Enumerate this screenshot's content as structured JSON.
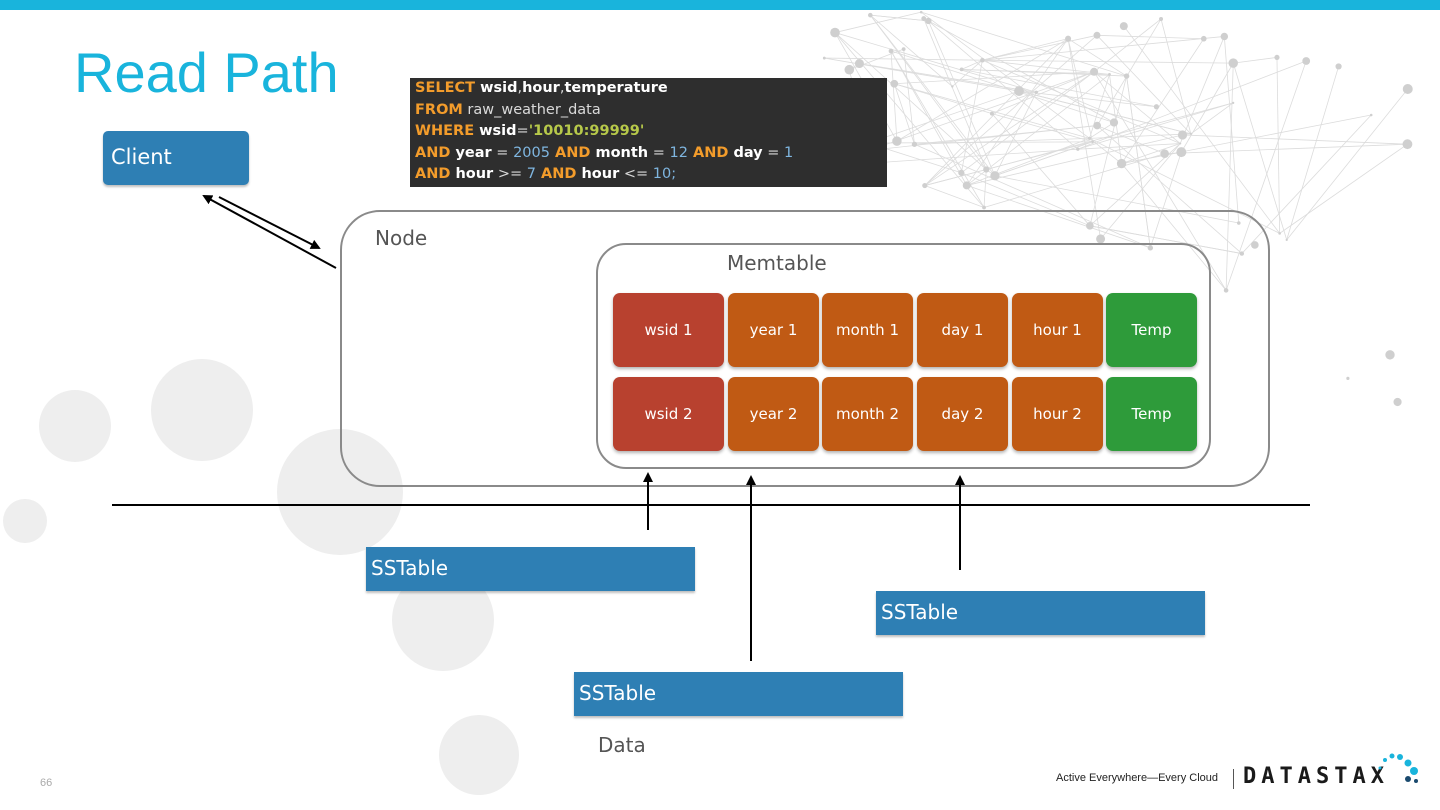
{
  "slide": {
    "title": "Read Path",
    "page_number": "66"
  },
  "query": {
    "lines": [
      [
        {
          "t": "SELECT",
          "c": "kw"
        },
        {
          "t": " wsid",
          "c": "id"
        },
        {
          "t": ",",
          "c": "op"
        },
        {
          "t": "hour",
          "c": "id"
        },
        {
          "t": ",",
          "c": "op"
        },
        {
          "t": "temperature",
          "c": "id"
        }
      ],
      [
        {
          "t": "FROM",
          "c": "kw"
        },
        {
          "t": " raw_weather_data",
          "c": "op"
        }
      ],
      [
        {
          "t": "WHERE",
          "c": "kw"
        },
        {
          "t": " wsid",
          "c": "id"
        },
        {
          "t": "=",
          "c": "op"
        },
        {
          "t": "'10010:99999'",
          "c": "str"
        }
      ],
      [
        {
          "t": "AND",
          "c": "kw"
        },
        {
          "t": " year",
          "c": "id"
        },
        {
          "t": " = ",
          "c": "op"
        },
        {
          "t": "2005",
          "c": "num"
        },
        {
          "t": " AND",
          "c": "kw"
        },
        {
          "t": " month",
          "c": "id"
        },
        {
          "t": " = ",
          "c": "op"
        },
        {
          "t": "12",
          "c": "num"
        },
        {
          "t": " AND",
          "c": "kw"
        },
        {
          "t": " day",
          "c": "id"
        },
        {
          "t": " = ",
          "c": "op"
        },
        {
          "t": "1",
          "c": "num"
        }
      ],
      [
        {
          "t": "AND",
          "c": "kw"
        },
        {
          "t": " hour",
          "c": "id"
        },
        {
          "t": " >= ",
          "c": "op"
        },
        {
          "t": "7",
          "c": "num"
        },
        {
          "t": " AND",
          "c": "kw"
        },
        {
          "t": " hour",
          "c": "id"
        },
        {
          "t": " <= ",
          "c": "op"
        },
        {
          "t": "10;",
          "c": "num"
        }
      ]
    ]
  },
  "diagram": {
    "client_label": "Client",
    "node_label": "Node",
    "memtable_label": "Memtable",
    "rows": [
      {
        "cells": [
          {
            "label": "wsid 1",
            "color": "red"
          },
          {
            "label": "year 1",
            "color": "orange"
          },
          {
            "label": "month 1",
            "color": "orange"
          },
          {
            "label": "day 1",
            "color": "orange"
          },
          {
            "label": "hour 1",
            "color": "orange"
          },
          {
            "label": "Temp",
            "color": "green"
          }
        ]
      },
      {
        "cells": [
          {
            "label": "wsid 2",
            "color": "red"
          },
          {
            "label": "year 2",
            "color": "orange"
          },
          {
            "label": "month 2",
            "color": "orange"
          },
          {
            "label": "day 2",
            "color": "orange"
          },
          {
            "label": "hour 2",
            "color": "orange"
          },
          {
            "label": "Temp",
            "color": "green"
          }
        ]
      }
    ],
    "sstables": [
      "SSTable",
      "SSTable",
      "SSTable"
    ],
    "data_label": "Data"
  },
  "footer": {
    "tagline": "Active Everywhere—Every Cloud",
    "brand": "DATASTAX",
    "colors": {
      "accent": "#19b4dc",
      "box_blue": "#2e7fb4",
      "key_red": "#b8412f",
      "col_orange": "#c05a14",
      "value_green": "#2e9b3a"
    }
  }
}
